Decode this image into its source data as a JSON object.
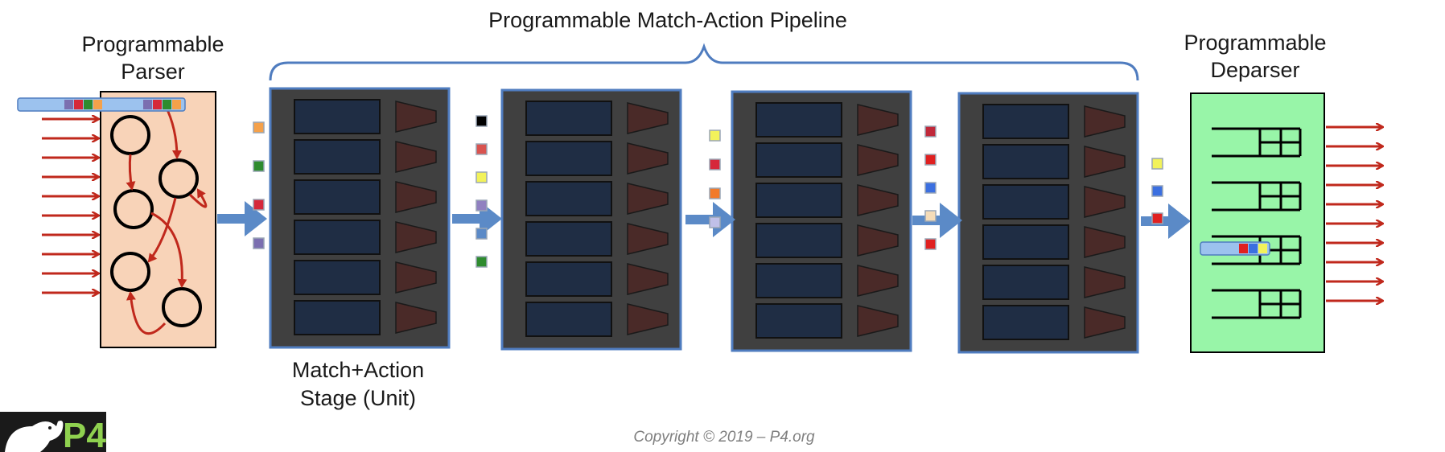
{
  "labels": {
    "pipeline_title": "Programmable Match-Action Pipeline",
    "parser_line1": "Programmable",
    "parser_line2": "Parser",
    "deparser_line1": "Programmable",
    "deparser_line2": "Deparser",
    "stage_line1": "Match+Action",
    "stage_line2": "Stage (Unit)"
  },
  "logo": {
    "text": "P4",
    "icon": "p4-bear-logo"
  },
  "footer": {
    "copyright": "Copyright  © 2019 – P4.org"
  },
  "colors": {
    "parser_fill": "#f8d3b8",
    "deparser_fill": "#98f5a8",
    "stage_fill": "#404040",
    "stage_border": "#4f7cbf",
    "table_fill": "#1f2d44",
    "action_fill": "#4a2a28",
    "arrow_blue": "#5b8ac7",
    "arrow_red": "#c0281c",
    "brace": "#4f7cbf"
  },
  "metadata_columns": [
    [
      "#f5a14a",
      "#2e8b2e",
      "#d6283a",
      "#7b6fb0"
    ],
    [
      "#000000",
      "#d9534f",
      "#f2f25a",
      "#9080c0",
      "#5b8ac7",
      "#2e8b2e"
    ],
    [
      "#f2f25a",
      "#d6283a",
      "#f27a2a",
      "#c0c0e8"
    ],
    [
      "#c0283a",
      "#e02020",
      "#3b6fe0",
      "#f5dcb8",
      "#e02020"
    ],
    [
      "#f2f25a",
      "#3b6fe0",
      "#e02020"
    ]
  ],
  "packet_header_colors": [
    "#7b6fb0",
    "#d6283a",
    "#2e8b2e",
    "#f5a14a"
  ],
  "deparser_header_colors": [
    "#e02020",
    "#3b6fe0",
    "#f2f25a"
  ],
  "stage_count": 4,
  "tables_per_stage": 6,
  "parser_states": 5,
  "deparser_slots": 4
}
